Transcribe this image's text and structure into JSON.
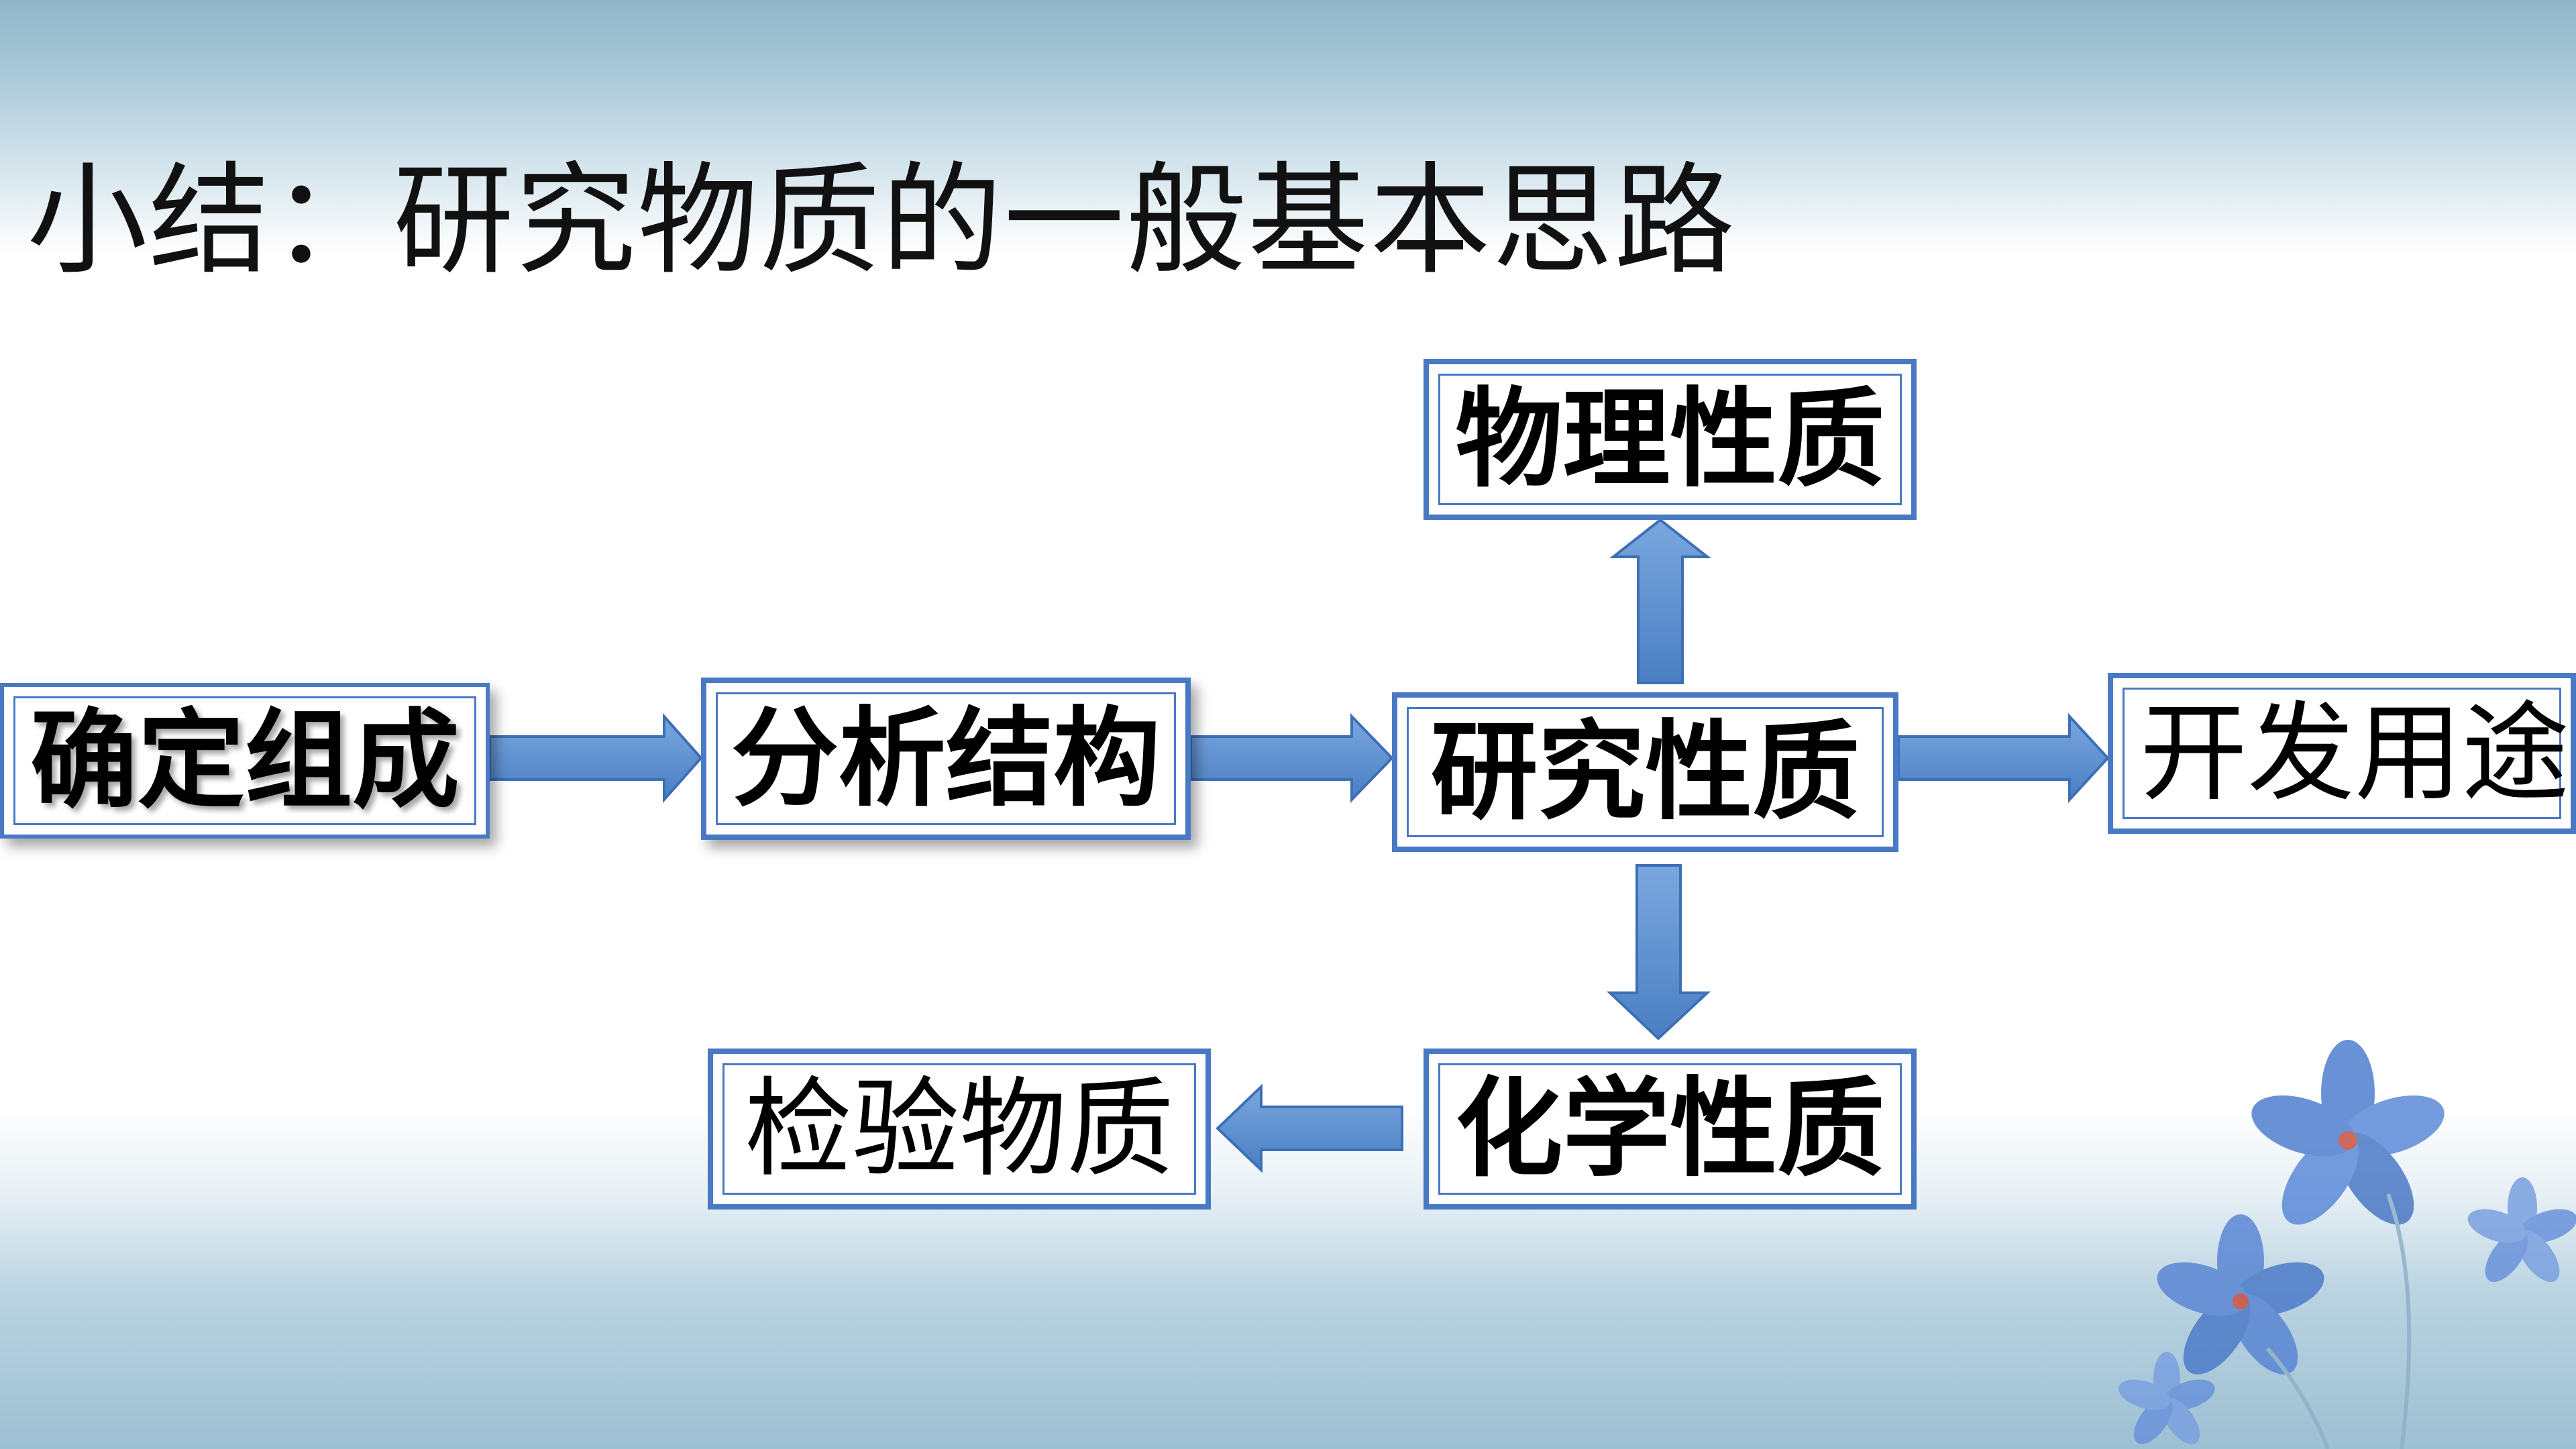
{
  "title": "小结：研究物质的一般基本思路",
  "nodes": {
    "confirm": "确定组成",
    "analyze": "分析结构",
    "study": "研究性质",
    "physical": "物理性质",
    "develop": "开发用途",
    "chemical": "化学性质",
    "test": "检验物质"
  },
  "colors": {
    "arrow": "#5a8fd0",
    "border": "#4a79c4"
  }
}
